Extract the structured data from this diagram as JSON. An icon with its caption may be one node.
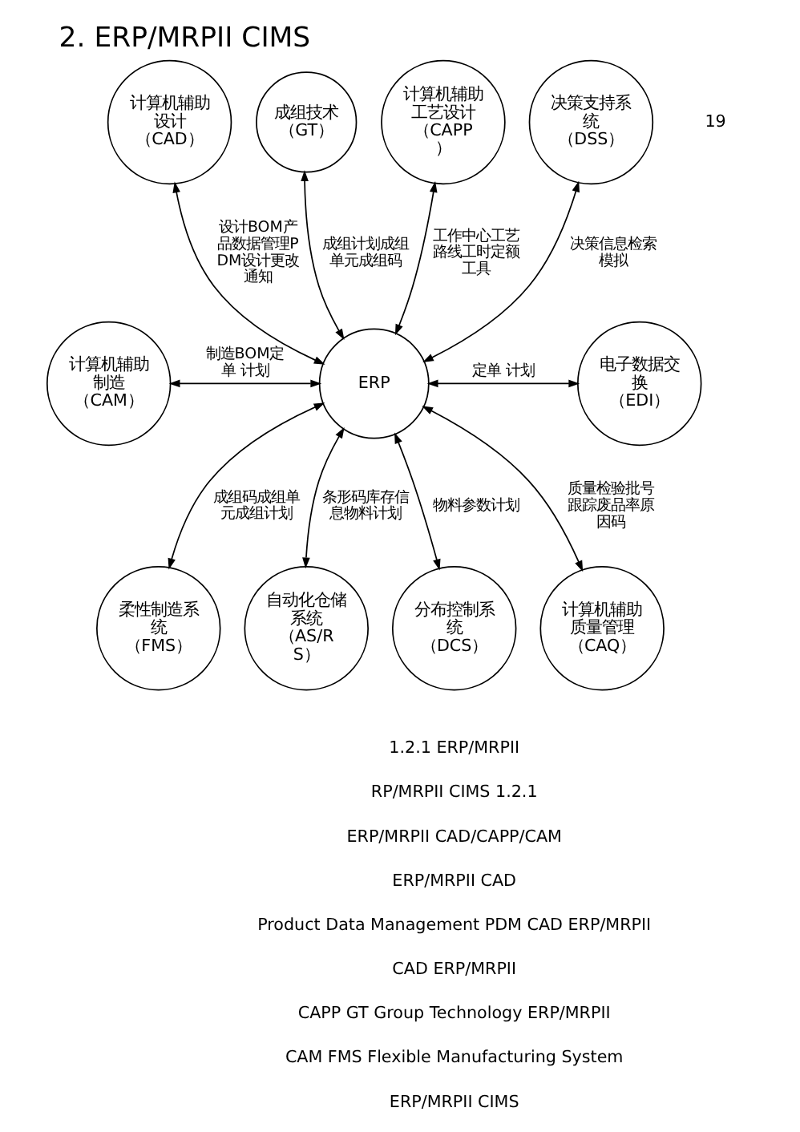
{
  "diagram": {
    "title": "2. ERP/MRPII CIMS",
    "nodes": [
      {
        "text": [
          "计算机辅助设计（CAD）"
        ]
      },
      {
        "text": [
          "成组技术（GT）"
        ]
      },
      {
        "text": [
          "计算机辅助工艺设计（CAPP）"
        ]
      },
      {
        "text": [
          "决策支持系统（DSS）"
        ]
      },
      {
        "text": [
          "计算机辅助制造（CAM）"
        ]
      },
      {
        "text": [
          "ERP"
        ]
      },
      {
        "text": [
          "电子数据交换（EDI）"
        ]
      },
      {
        "text": [
          "柔性制造系统（FMS）"
        ]
      },
      {
        "text": [
          "自动化仓储系统（AS/RS）"
        ]
      },
      {
        "text": [
          "分布控制系统（DCS）"
        ]
      },
      {
        "text": [
          "计算机辅助质量管理（CAQ）"
        ]
      }
    ],
    "edges": [
      {
        "from": 0,
        "to": 5,
        "arrow": "both",
        "label": "设计BOM产品数据管理PDM设计更改通知"
      },
      {
        "from": 1,
        "to": 5,
        "arrow": "both",
        "label": "成组计划成组单元成组码"
      },
      {
        "from": 2,
        "to": 5,
        "arrow": "both",
        "label": "工作中心工艺路线工时定额工具"
      },
      {
        "from": 3,
        "to": 5,
        "arrow": "both",
        "label": "决策信息检索模拟"
      },
      {
        "from": 4,
        "to": 5,
        "arrow": "both",
        "label": "制造BOM定单 计划"
      },
      {
        "from": 5,
        "to": 6,
        "arrow": "both",
        "label": "定单 计划"
      },
      {
        "from": 5,
        "to": 7,
        "arrow": "both",
        "label": "成组码成组单元成组计划"
      },
      {
        "from": 5,
        "to": 8,
        "arrow": "both",
        "label": "条形码库存信息物料计划"
      },
      {
        "from": 5,
        "to": 9,
        "arrow": "both",
        "label": "物料参数计划"
      },
      {
        "from": 5,
        "to": 10,
        "arrow": "both",
        "label": "质量检验批号跟踪废品率原因码"
      }
    ],
    "labels": [
      "19",
      "1.2.1 ERP/MRPII",
      "RP/MRPII CIMS 1.2.1",
      "ERP/MRPII CAD/CAPP/CAM",
      "ERP/MRPII CAD",
      "Product Data Management PDM CAD ERP/MRPII",
      "CAD ERP/MRPII",
      "CAPP GT Group Technology ERP/MRPII",
      "CAM FMS Flexible Manufacturing System",
      "ERP/MRPII CIMS"
    ]
  }
}
